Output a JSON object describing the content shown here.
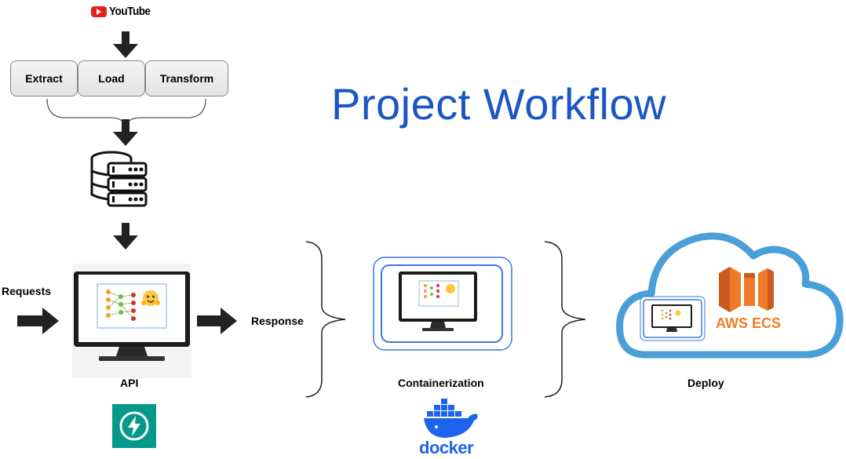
{
  "title": "Project Workflow",
  "source": {
    "logo_text": "YouTube"
  },
  "etl_steps": [
    "Extract",
    "Load",
    "Transform"
  ],
  "labels": {
    "requests": "Requests",
    "response": "Response",
    "api": "API",
    "containerization": "Containerization",
    "deploy": "Deploy",
    "aws_ecs": "AWS ECS",
    "docker": "docker"
  },
  "icons": {
    "source": "youtube-logo",
    "storage": "database-server-icon",
    "api_framework": "fastapi-logo",
    "container": "docker-logo",
    "cloud": "cloud-icon",
    "deployment": "aws-ecs-logo"
  },
  "colors": {
    "title": "#1a56c4",
    "arrow": "#222222",
    "youtube": "#e62117",
    "fastapi": "#05998b",
    "docker": "#1d63ed",
    "cloud": "#4a9fd8",
    "aws": "#ef7b2a",
    "container_border": "#3a7bd5"
  }
}
